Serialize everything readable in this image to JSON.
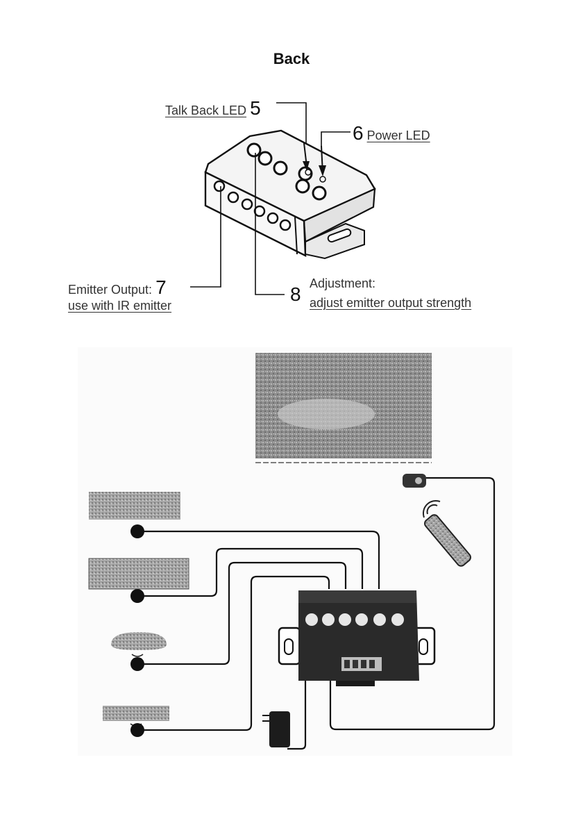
{
  "title": "Back",
  "callouts": {
    "talkback": {
      "label": "Talk Back LED",
      "num": "5"
    },
    "power": {
      "label": "Power LED",
      "num": "6"
    },
    "emitter": {
      "label": "Emitter Output:",
      "num": "7",
      "sub": "use with IR emitter"
    },
    "adjust": {
      "label": "Adjustment:",
      "num": "8",
      "sub": "adjust emitter output strength"
    }
  },
  "icons": [
    "ir-repeater-hub-icon",
    "tv-screen-icon",
    "ir-receiver-icon",
    "remote-control-icon",
    "av-source-icon",
    "av-receiver-icon",
    "streaming-box-icon",
    "media-player-icon",
    "ir-emitter-icon",
    "power-adapter-icon"
  ],
  "colors": {
    "line": "#111111",
    "device": "#2a2a2a",
    "shade": "#9a9a9a"
  }
}
